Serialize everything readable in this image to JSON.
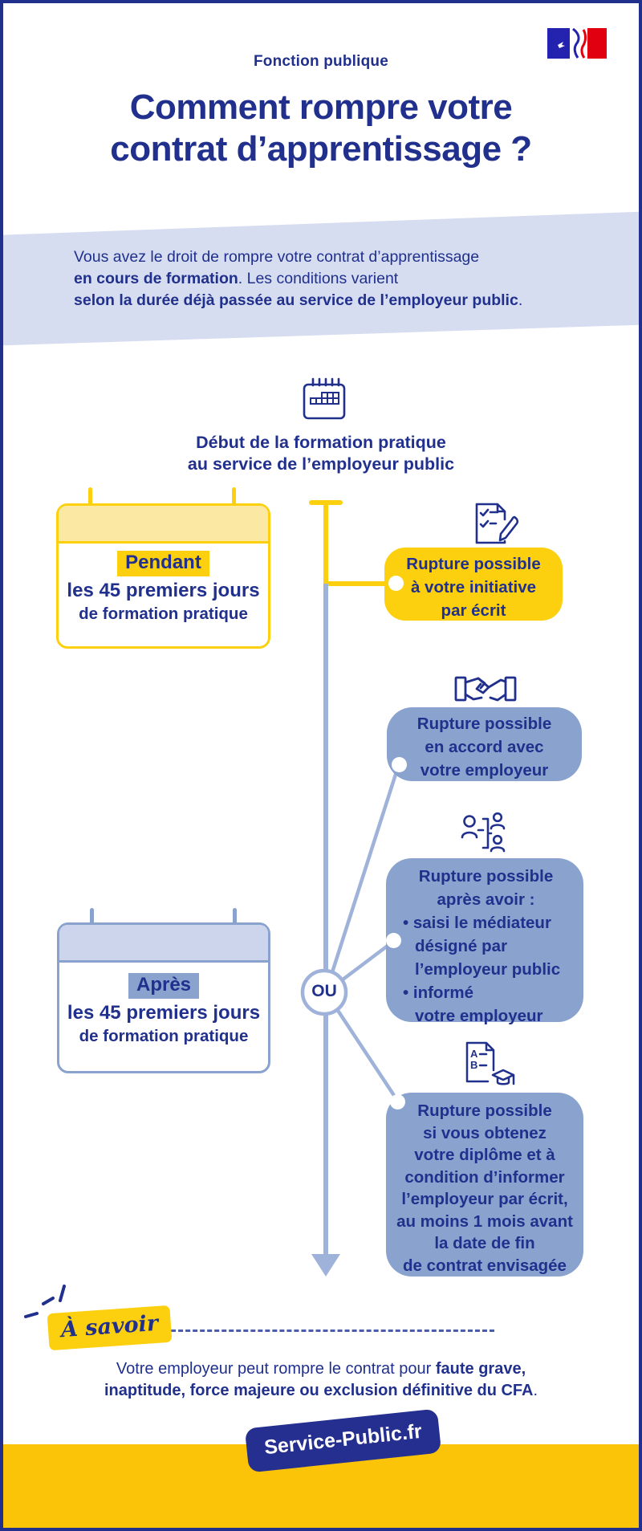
{
  "header": {
    "brand": "Fonction publique",
    "title_line1": "Comment rompre votre",
    "title_line2": "contrat d’apprentissage ?"
  },
  "intro": {
    "line1": "Vous avez le droit de rompre votre contrat d’apprentissage",
    "line2_bold": "en cours de formation",
    "line2_rest": ". Les conditions varient",
    "line3_bold": "selon la durée déjà passée au service de l’employeur public",
    "line3_rest": "."
  },
  "timeline": {
    "start_label_line1": "Début de la formation pratique",
    "start_label_line2": "au service de l’employeur public",
    "or_label": "OU"
  },
  "period_cards": [
    {
      "highlight": "Pendant",
      "line1": "les 45 premiers jours",
      "line2": "de formation pratique",
      "theme": "yellow"
    },
    {
      "highlight": "Après",
      "line1": "les 45 premiers jours",
      "line2": "de formation pratique",
      "theme": "blue"
    }
  ],
  "bubbles": [
    {
      "icon": "checklist-pencil-icon",
      "theme": "yellow",
      "lines": [
        "Rupture possible",
        "à votre initiative",
        "par écrit"
      ]
    },
    {
      "icon": "handshake-icon",
      "theme": "blue",
      "lines": [
        "Rupture possible",
        "en accord avec",
        "votre employeur"
      ]
    },
    {
      "icon": "mediator-people-icon",
      "theme": "blue",
      "lines": [
        "Rupture possible",
        "après avoir :",
        "• saisi le médiateur",
        "désigné par",
        "l’employeur public",
        "• informé",
        "votre employeur"
      ]
    },
    {
      "icon": "diploma-icon",
      "theme": "blue",
      "lines": [
        "Rupture possible",
        "si vous obtenez",
        "votre diplôme et à",
        "condition d’informer",
        "l’employeur par écrit,",
        "au moins 1 mois avant",
        "la date de fin",
        "de contrat envisagée"
      ]
    }
  ],
  "footnote": {
    "label": "À savoir",
    "text_regular": "Votre employeur peut rompre le contrat pour ",
    "text_bold_line1": "faute grave,",
    "text_bold_line2": "inaptitude, force majeure ou exclusion définitive du CFA",
    "text_end": "."
  },
  "footer": {
    "brand": "Service-Public.fr"
  },
  "colors": {
    "navy": "#20308c",
    "yellow": "#fcd00e",
    "yellow_light": "#fbe8a2",
    "footer_yellow": "#fcc408",
    "blue_bubble": "#8aa2ce",
    "blue_light_band": "#d6ddf1",
    "blue_card_head": "#ccd5eb",
    "timeline_blue": "#9fb2d9",
    "flag_blue": "#2323b0",
    "flag_red": "#e1000f"
  }
}
